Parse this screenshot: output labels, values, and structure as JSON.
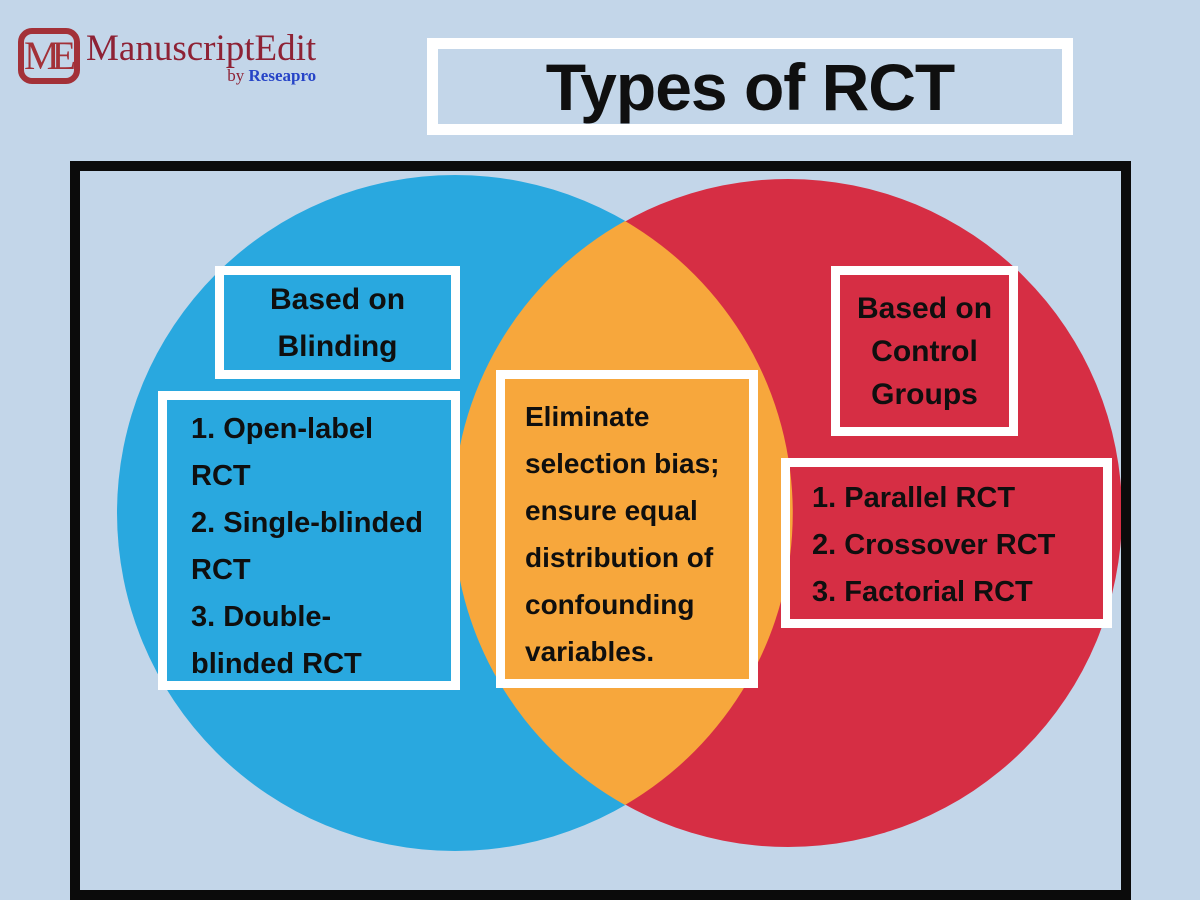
{
  "logo": {
    "monogram": "ME",
    "brand": "ManuscriptEdit",
    "byline_prefix": "by",
    "byline_brand": "Reseapro"
  },
  "title": "Types of RCT",
  "venn": {
    "left_circle": {
      "label_lines": [
        "Based on",
        "Blinding"
      ],
      "items": [
        "1. Open-label RCT",
        "2. Single-blinded RCT",
        "3. Double-blinded RCT"
      ],
      "color": "#29A8DF"
    },
    "right_circle": {
      "label_lines": [
        "Based on",
        "Control",
        "Groups"
      ],
      "items": [
        "1. Parallel RCT",
        "2. Crossover RCT",
        "3. Factorial RCT"
      ],
      "color": "#D62E44"
    },
    "overlap": {
      "text": "Eliminate selection bias; ensure equal distribution of confounding variables.",
      "color": "#F7A73C"
    }
  },
  "colors": {
    "background": "#C3D6E9",
    "frame_border": "#0B0B0B",
    "box_border": "#FFFFFF",
    "text": "#0F0F0F",
    "brand_red": "#8E2235",
    "brand_blue": "#2644C7"
  }
}
